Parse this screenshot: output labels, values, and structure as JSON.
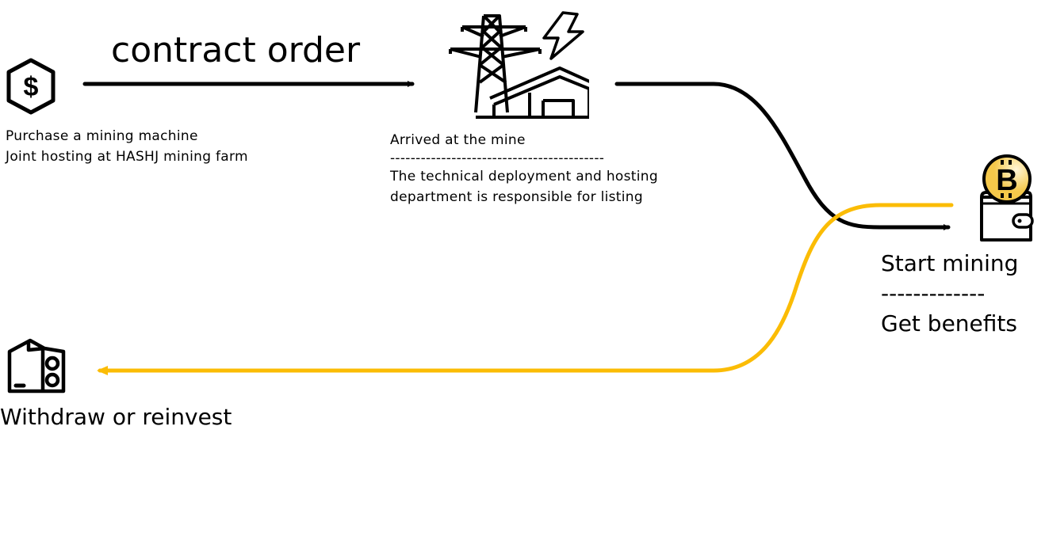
{
  "colors": {
    "line": "#000000",
    "accent": "#FBBC05",
    "coin": "#F5C84A"
  },
  "steps": {
    "contract": {
      "label": "contract order"
    },
    "purchase": {
      "icon": "dollar-hexagon-icon",
      "line1": "Purchase a mining machine",
      "line2": "Joint hosting at HASHJ mining farm"
    },
    "mine": {
      "icon": "power-tower-factory-icon",
      "title": "Arrived at the mine",
      "divider": "------------------------------------------",
      "line1": "The technical deployment and hosting",
      "line2": "department is responsible for listing"
    },
    "mining": {
      "icon": "bitcoin-wallet-icon",
      "title": "Start mining",
      "divider": "-------------",
      "subtitle": "Get benefits"
    },
    "withdraw": {
      "icon": "mining-machine-icon",
      "label": "Withdraw or reinvest"
    }
  }
}
